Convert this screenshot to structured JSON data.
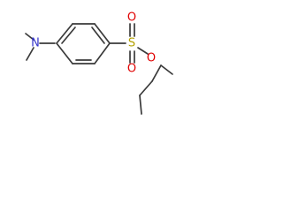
{
  "molecule": {
    "atoms": {
      "nitrogen": {
        "symbol": "N",
        "color": "#3333cc"
      },
      "sulfur": {
        "symbol": "S",
        "color": "#b3a100"
      },
      "oxygen_top": {
        "symbol": "O",
        "color": "#e00000"
      },
      "oxygen_bottom": {
        "symbol": "O",
        "color": "#e00000"
      },
      "oxygen_ester": {
        "symbol": "O",
        "color": "#e00000"
      }
    },
    "bond_color": "#3a3a3a"
  }
}
